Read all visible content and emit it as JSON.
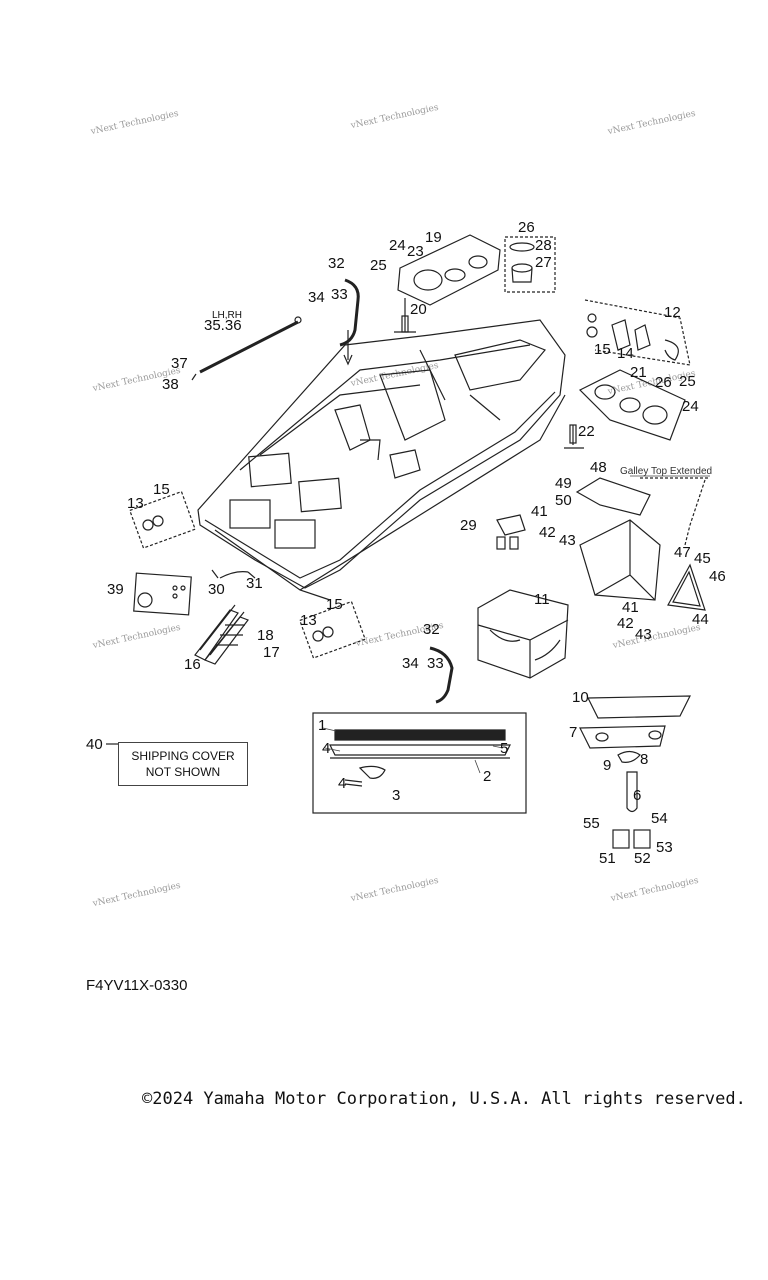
{
  "watermark": {
    "text": "vNext Technologies"
  },
  "shipping_note": {
    "number": "40",
    "text_line1": "SHIPPING COVER",
    "text_line2": "NOT SHOWN"
  },
  "galley_label": "Galley Top Extended",
  "lh_rh_label": "LH,RH",
  "part_numbers": [
    "1",
    "2",
    "3",
    "4",
    "4",
    "5",
    "6",
    "7",
    "8",
    "9",
    "10",
    "11",
    "12",
    "13",
    "13",
    "14",
    "15",
    "15",
    "15",
    "16",
    "17",
    "18",
    "19",
    "20",
    "21",
    "22",
    "23",
    "24",
    "24",
    "25",
    "25",
    "26",
    "26",
    "27",
    "28",
    "29",
    "30",
    "31",
    "32",
    "32",
    "33",
    "33",
    "34",
    "34",
    "35.36",
    "37",
    "38",
    "39",
    "41",
    "41",
    "42",
    "42",
    "43",
    "43",
    "44",
    "45",
    "46",
    "47",
    "48",
    "49",
    "50",
    "51",
    "52",
    "53",
    "54",
    "55"
  ],
  "figure_code": "F4YV11X-0330",
  "copyright": "©2024 Yamaha Motor Corporation, U.S.A. All rights reserved."
}
